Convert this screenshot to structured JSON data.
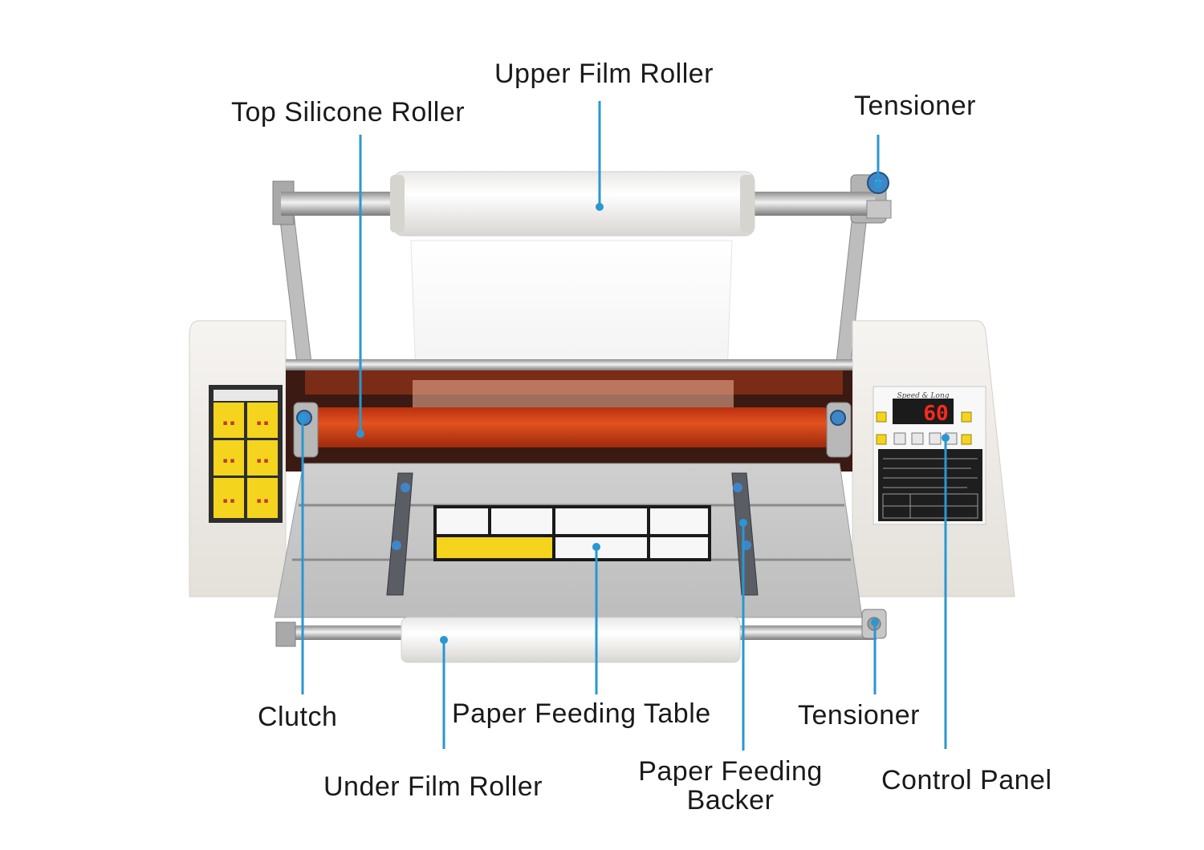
{
  "labels": {
    "upper_film_roller": "Upper Film Roller",
    "top_silicone_roller": "Top Silicone Roller",
    "tensioner_top": "Tensioner",
    "clutch": "Clutch",
    "paper_feeding_table": "Paper Feeding Table",
    "tensioner_bottom": "Tensioner",
    "under_film_roller": "Under Film Roller",
    "paper_feeding_backer_line1": "Paper Feeding",
    "paper_feeding_backer_line2": "Backer",
    "control_panel": "Control Panel"
  },
  "control_panel": {
    "display_value": "60",
    "brand": "Speed &amp; Long"
  },
  "colors": {
    "leader_line": "#2a97d2",
    "silicone_roller": "#d9481f",
    "machine_body": "#f1eeea",
    "display_red": "#ff2a1a"
  }
}
